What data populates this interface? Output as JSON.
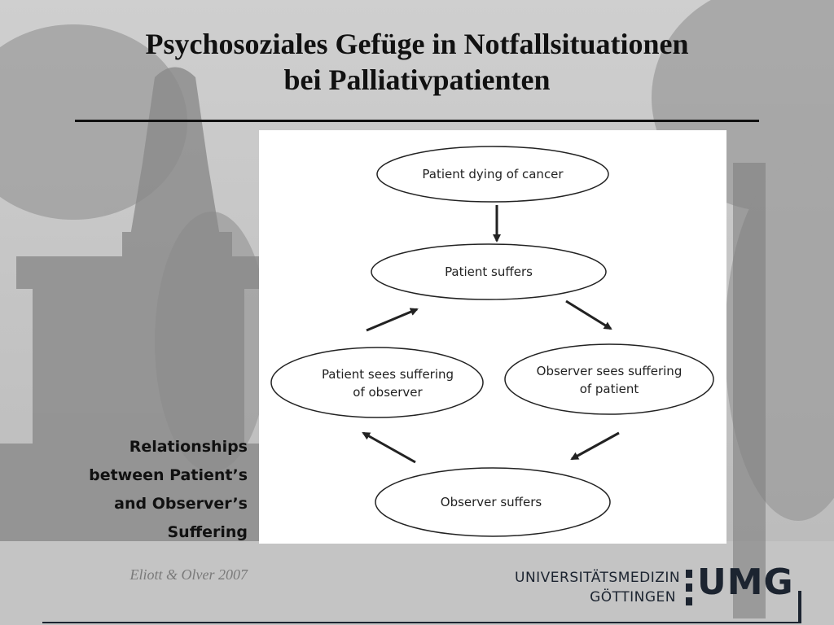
{
  "slide": {
    "title_line1": "Psychosoziales Gefüge in Notfallsituationen",
    "title_line2": "bei Palliativpatienten"
  },
  "diagram": {
    "nodes": {
      "patient_dying": "Patient dying of cancer",
      "patient_suffers": "Patient suffers",
      "patient_sees_line1": "Patient sees suffering",
      "patient_sees_line2": "of observer",
      "observer_sees_line1": "Observer sees suffering",
      "observer_sees_line2": "of patient",
      "observer_suffers": "Observer suffers"
    }
  },
  "caption": {
    "line1": "Relationships",
    "line2": "between Patient’s",
    "line3": "and Observer’s",
    "line4": "Suffering"
  },
  "citation": "Eliott & Olver 2007",
  "logo": {
    "line1": "UNIVERSITÄTSMEDIZIN",
    "line2": "GÖTTINGEN",
    "mark": "UMG"
  }
}
